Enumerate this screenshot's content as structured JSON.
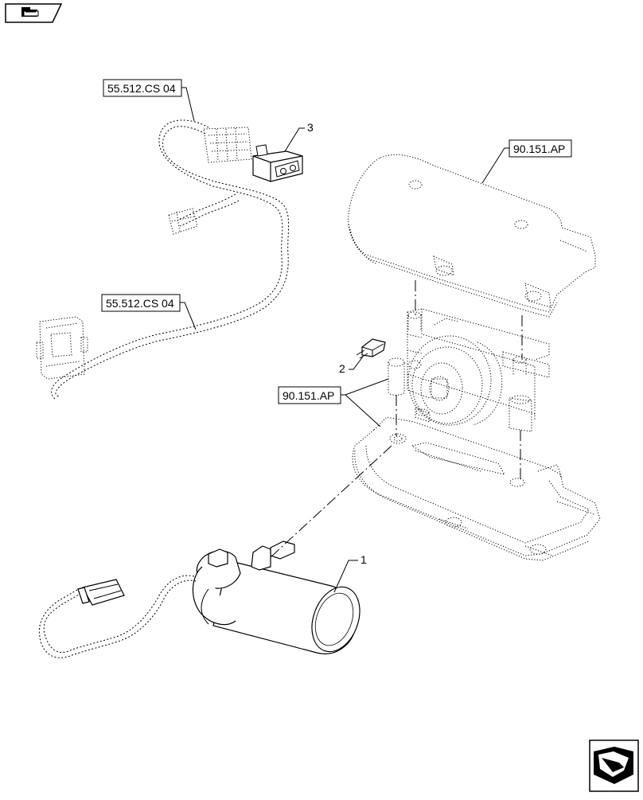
{
  "references": {
    "harness_upper": "55.512.CS 04",
    "harness_lower": "55.512.CS 04",
    "cover_upper": "90.151.AP",
    "cover_lower": "90.151.AP"
  },
  "callouts": {
    "motor": "1",
    "bolt": "2",
    "switch": "3"
  },
  "icons": {
    "top_left": "previous-page-arrow-icon",
    "bottom_right": "next-page-arrow-icon"
  }
}
